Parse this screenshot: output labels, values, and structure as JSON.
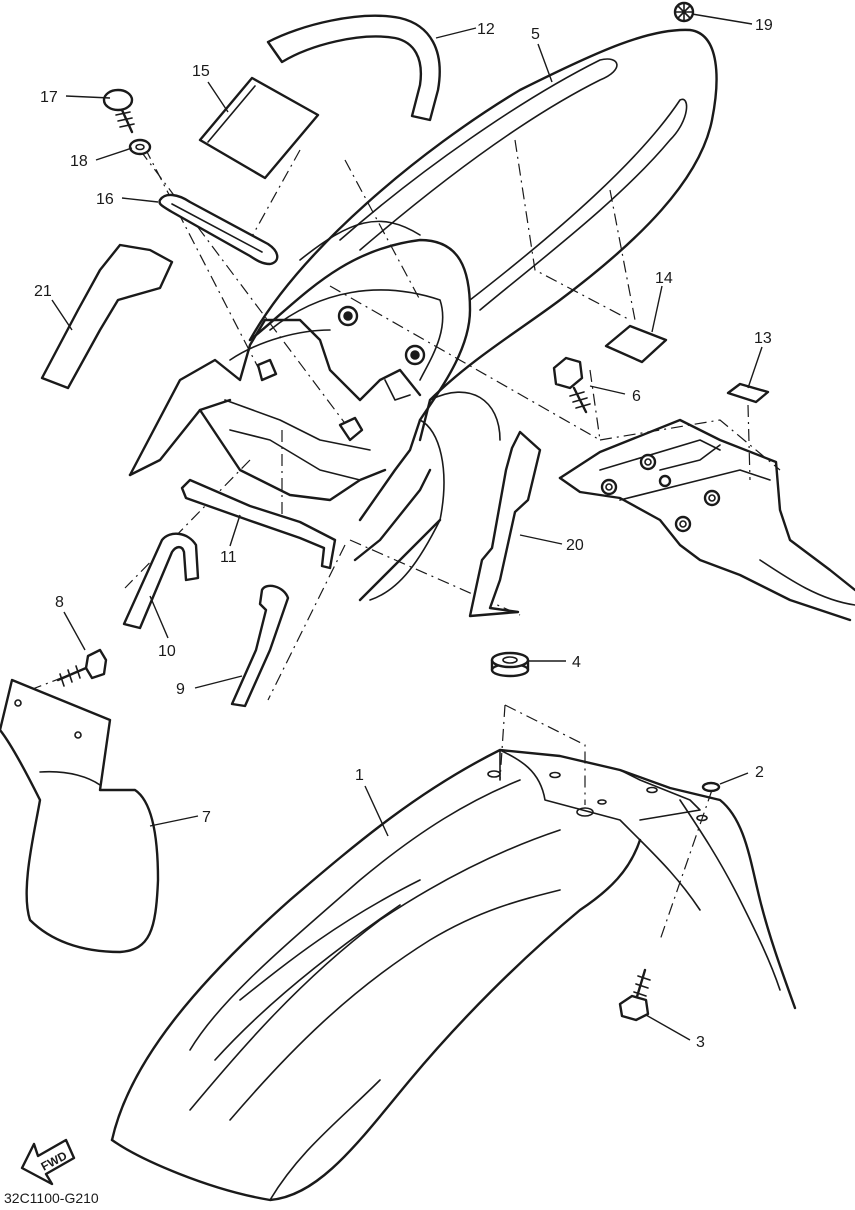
{
  "diagram": {
    "callouts": {
      "c1": "1",
      "c2": "2",
      "c3": "3",
      "c4": "4",
      "c5": "5",
      "c6": "6",
      "c7": "7",
      "c8": "8",
      "c9": "9",
      "c10": "10",
      "c11": "11",
      "c12": "12",
      "c13": "13",
      "c14": "14",
      "c15": "15",
      "c16": "16",
      "c17": "17",
      "c18": "18",
      "c19": "19",
      "c20": "20",
      "c21": "21"
    },
    "fwd_label": "FWD",
    "drawing_code": "32C1100-G210"
  }
}
